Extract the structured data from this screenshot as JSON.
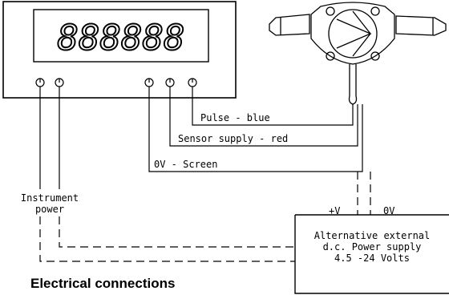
{
  "meter": {
    "display_text": "888888"
  },
  "sensor": {},
  "wires": {
    "pulse": "Pulse - blue",
    "supply": "Sensor supply - red",
    "screen": "0V - Screen"
  },
  "instrument_power": {
    "line1": "Instrument",
    "line2": "power"
  },
  "power_supply": {
    "plus": "+V",
    "zero": "0V",
    "line1": "Alternative external",
    "line2": "d.c. Power supply",
    "line3": "4.5 -24 Volts"
  },
  "caption": "Electrical connections"
}
